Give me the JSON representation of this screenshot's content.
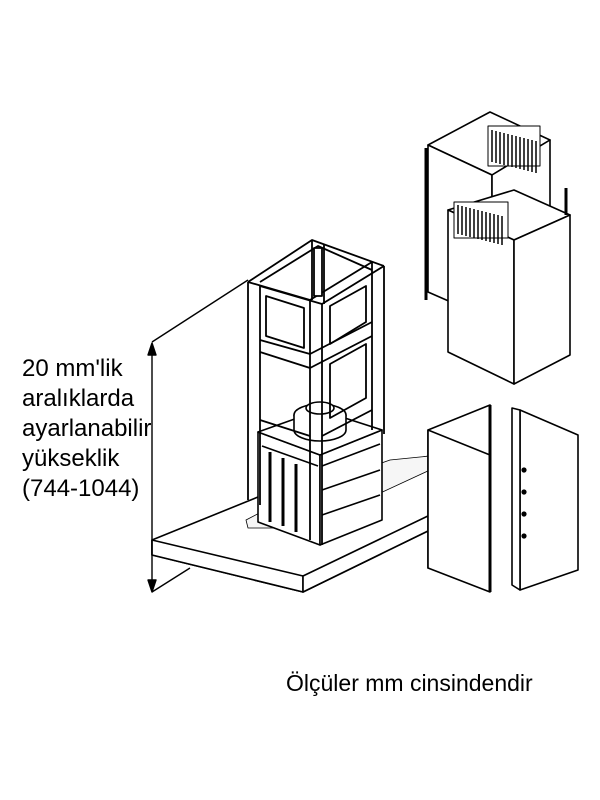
{
  "height_annotation": {
    "lines": [
      "20 mm'lik",
      "aralıklarda",
      "ayarlanabilir",
      "yükseklik",
      "(744-1044)"
    ]
  },
  "units_note": "Ölçüler mm cinsindendir",
  "colors": {
    "stroke": "#000000",
    "fill": "#ffffff"
  },
  "icons": [
    "dimension-arrow-icon"
  ]
}
